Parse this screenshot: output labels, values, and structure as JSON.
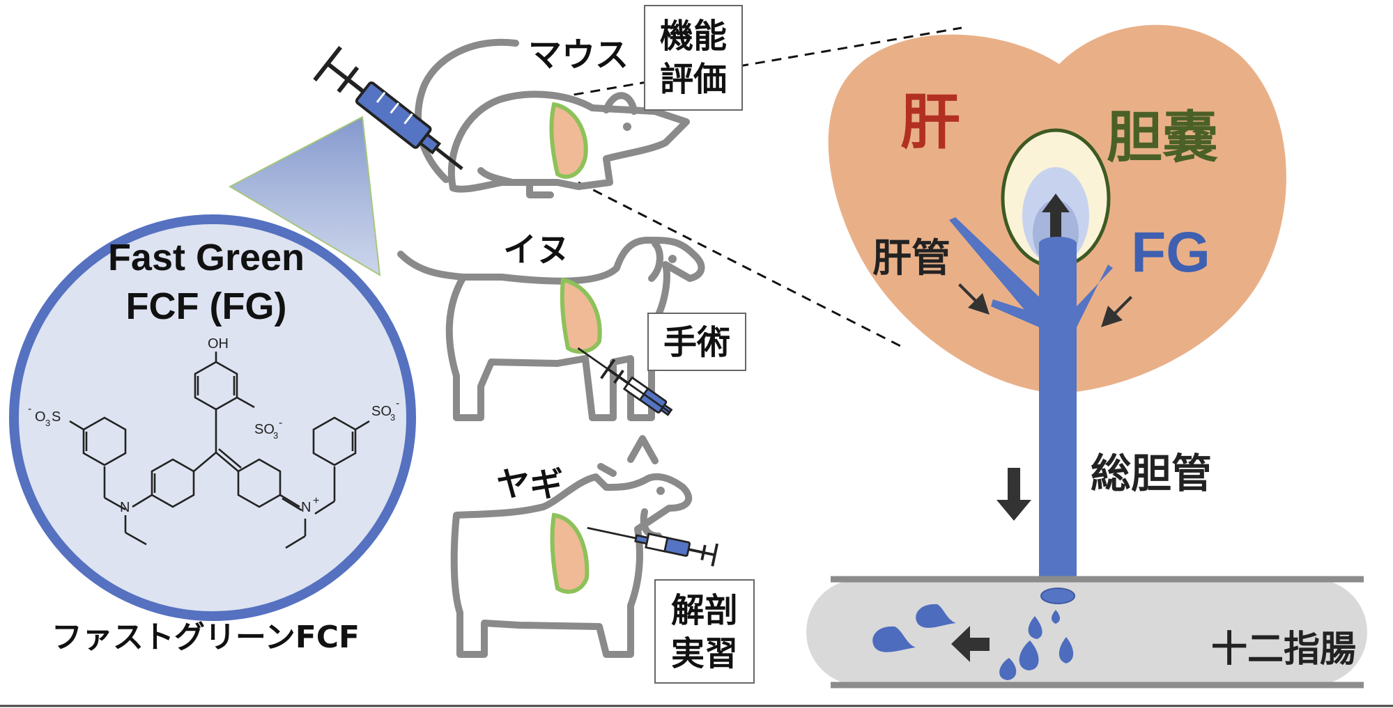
{
  "colors": {
    "liver": "#e9b088",
    "liver_label": "#b23022",
    "gallbladder_fill": "#fbf3d8",
    "gallbladder_stroke": "#3d5a22",
    "gallbladder_label": "#4a6026",
    "duct": "#5574c3",
    "fg_label": "#3f60b0",
    "animal_stroke": "#8a8a8a",
    "organ": "#efba95",
    "organ_edge": "#8dc15a",
    "circle_fill": "#dde3f1",
    "circle_stroke": "#5571c0",
    "intestine": "#d9d9d9",
    "intestine_edge": "#8c8c8c",
    "arrow": "#333333"
  },
  "labels": {
    "mouse": "マウス",
    "dog": "イヌ",
    "goat": "ヤギ",
    "func_eval_1": "機能",
    "func_eval_2": "評価",
    "surgery": "手術",
    "dissection_1": "解剖",
    "dissection_2": "実習",
    "liver": "肝",
    "gallbladder": "胆嚢",
    "hepatic_duct": "肝管",
    "fg": "FG",
    "common_bile_duct": "総胆管",
    "duodenum": "十二指腸",
    "dye_name_en_1": "Fast Green",
    "dye_name_en_2": "FCF (FG)",
    "dye_name_jp": "ファストグリーンFCF"
  },
  "structure": {
    "oh": "OH",
    "so3": "SO",
    "so3_sub": "3",
    "o3s_pre": "O",
    "o3s_sub": "3",
    "o3s_post": "S",
    "n": "N",
    "n_plus": "N"
  },
  "icons": [
    "syringe-icon",
    "mouse-icon",
    "dog-icon",
    "goat-icon",
    "arrow-icon",
    "droplet-icon"
  ]
}
